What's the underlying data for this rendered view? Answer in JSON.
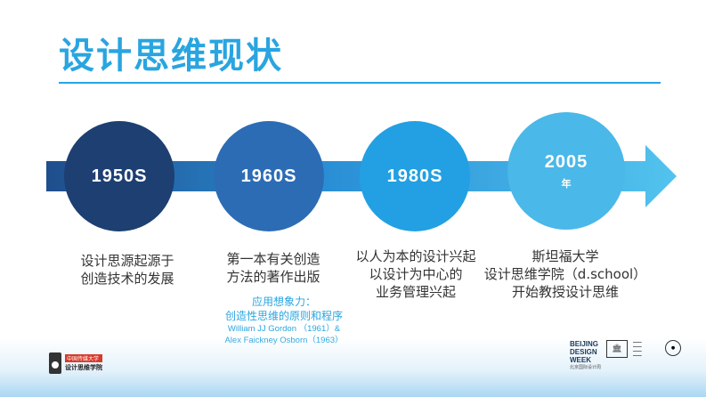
{
  "title": "设计思维现状",
  "timeline": [
    {
      "year": "1950S",
      "sub": "",
      "desc": [
        "设计思源起源于",
        "创造技术的发展"
      ]
    },
    {
      "year": "1960S",
      "sub": "",
      "desc": [
        "第一本有关创造",
        "方法的著作出版"
      ]
    },
    {
      "year": "1980S",
      "sub": "",
      "desc": [
        "以人为本的设计兴起",
        "以设计为中心的",
        "业务管理兴起"
      ]
    },
    {
      "year": "2005",
      "sub": "年",
      "desc": [
        "斯坦福大学",
        "设计思维学院（d.school）",
        "开始教授设计思维"
      ]
    }
  ],
  "note": {
    "line1": "应用想象力：",
    "line2": "创造性思维的原则和程序",
    "line3": "William JJ Gordon （1961）&",
    "line4": "Alex Faickney Osborn（1963）"
  },
  "footer": {
    "left_logo_top": "中国传媒大学",
    "left_logo_bottom": "设计思维学院",
    "right_logo_line1": "BEIJING",
    "right_logo_line2": "DESIGN",
    "right_logo_line3": "WEEK",
    "right_logo_cn": "北京国际设计周"
  },
  "colors": {
    "accent": "#29a5e0",
    "circle1": "#1d3f72",
    "circle2": "#2c6cb5",
    "circle3": "#22a0e3",
    "circle4": "#4ab8e8",
    "arrow_start": "#1f4e8c",
    "arrow_end": "#52c3ee"
  }
}
